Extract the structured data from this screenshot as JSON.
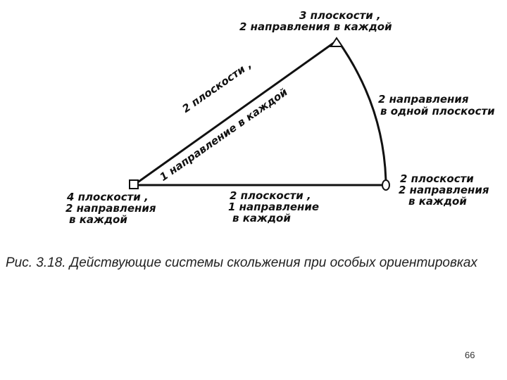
{
  "diagram": {
    "vertices": {
      "top": {
        "marker": "triangle",
        "label_line1": "3 плоскости ,",
        "label_line2": "2 направления в каждой"
      },
      "left": {
        "marker": "square",
        "label_line1": "4 плоскости ,",
        "label_line2": "2 направления",
        "label_line3": "в каждой"
      },
      "right": {
        "marker": "circle",
        "label_line1": "2 плоскости",
        "label_line2": "2 направления",
        "label_line3": "в каждой"
      }
    },
    "edges": {
      "left_top": {
        "label_line1": "2 плоскости ,",
        "label_line2": "1 направление в каждой"
      },
      "left_right": {
        "label_line1": "2 плоскости ,",
        "label_line2": "1 направление",
        "label_line3": "в каждой"
      },
      "top_right": {
        "label_line1": "2 направления",
        "label_line2": "в одной плоскости"
      }
    }
  },
  "caption": {
    "text": "Рис. 3.18. Действующие системы скольжения при особых ориентировках"
  },
  "page_number": "66"
}
